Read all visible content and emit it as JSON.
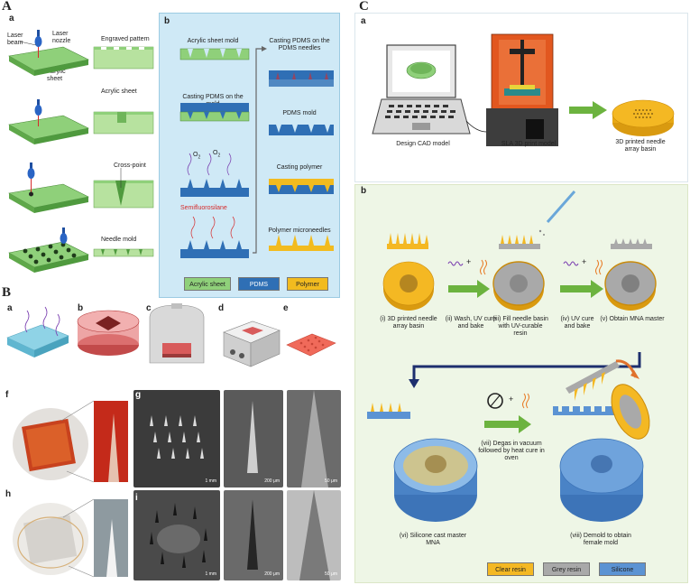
{
  "panels": {
    "A": {
      "letter": "A",
      "a": {
        "letter": "a",
        "labels": {
          "laser_beam": "Laser beam",
          "laser_nozzle": "Laser nozzle",
          "acrylic_sheet_left": "Acrylic sheet",
          "engraved_pattern": "Engraved pattern",
          "acrylic_sheet_right": "Acrylic sheet",
          "cross_point": "Cross-point",
          "needle_mold": "Needle mold"
        }
      },
      "b": {
        "letter": "b",
        "left_steps": [
          "Acrylic sheet mold",
          "Casting PDMS on the mold",
          "",
          "Semifluorosilane"
        ],
        "o2_label": "O",
        "o2_sub": "2",
        "right_steps": [
          "Casting PDMS on the PDMS needles",
          "PDMS mold",
          "Casting polymer",
          "Polymer microneedles"
        ],
        "legend": [
          "Acrylic sheet",
          "PDMS",
          "Polymer"
        ]
      }
    },
    "B": {
      "letter": "B",
      "sublabels": [
        "a",
        "b",
        "c",
        "d",
        "e",
        "f",
        "g",
        "h",
        "i"
      ],
      "scale_bars": [
        "1 mm",
        "200 μm",
        "50 μm",
        "1 mm",
        "200 μm",
        "50 μm"
      ]
    },
    "C": {
      "letter": "C",
      "a": {
        "letter": "a",
        "captions": [
          "Design CAD model",
          "SLA 3D print model",
          "3D printed needle array basin"
        ]
      },
      "b": {
        "letter": "b",
        "steps": {
          "i": "(i) 3D printed needle array basin",
          "ii": "(ii) Wash, UV cure and bake",
          "iii": "(iii) Fill needle basin with UV-curable resin",
          "iv": "(iv) UV cure and bake",
          "v": "(v) Obtain MNA master",
          "vi": "(vi) Silicone cast master MNA",
          "vii": "(vii) Degas in vacuum followed by heat cure in oven",
          "viii": "(viii) Demold to obtain female mold"
        },
        "plus": "+",
        "legend": [
          "Clear resin",
          "Grey resin",
          "Silicone"
        ]
      }
    }
  },
  "colors": {
    "acrylic": "#8fd07a",
    "pdms": "#2f6fb5",
    "polymer": "#f2bb1f",
    "clear_resin": "#f4b823",
    "grey_resin": "#a9a9a9",
    "silicone": "#5b93d3",
    "arrow_green": "#6cb33f",
    "navy": "#1d2f6e"
  }
}
